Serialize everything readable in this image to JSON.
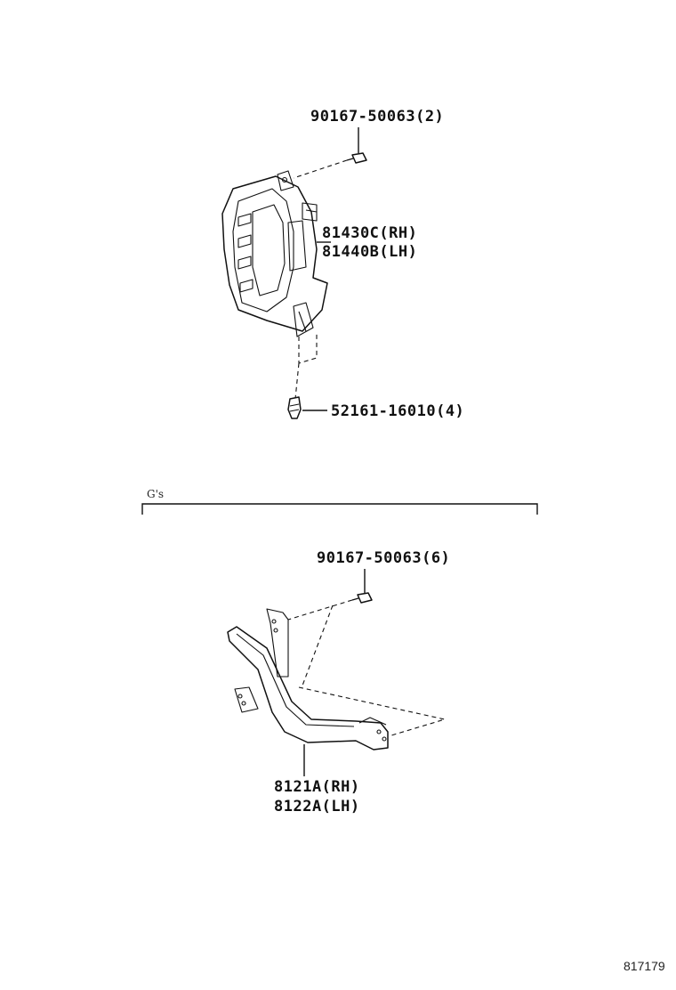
{
  "top_section": {
    "bolt_label": "90167-50063(2)",
    "bracket_label_rh": "81430C(RH)",
    "bracket_label_lh": "81440B(LH)",
    "clip_label": "52161-16010(4)"
  },
  "divider": {
    "label": "G's"
  },
  "bottom_section": {
    "bolt_label": "90167-50063(6)",
    "part_label_rh": "8121A(RH)",
    "part_label_lh": "8122A(LH)"
  },
  "reference_number": "817179"
}
